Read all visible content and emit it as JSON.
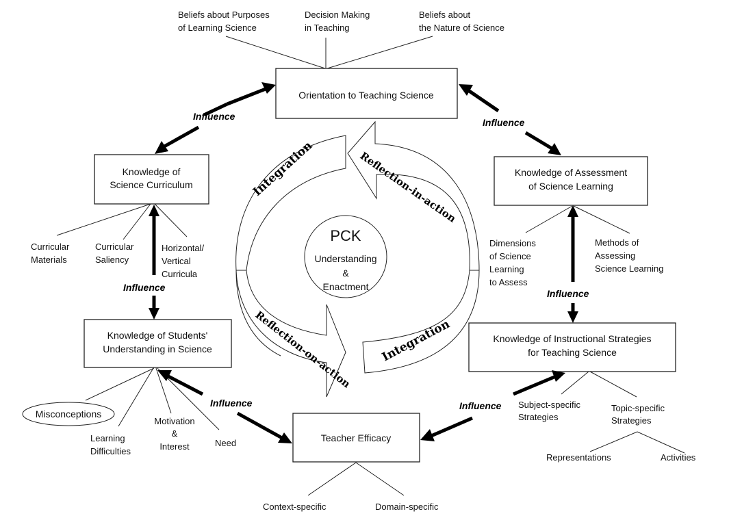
{
  "diagram": {
    "center": {
      "title": "PCK",
      "line1": "Understanding",
      "line2": "&",
      "line3": "Enactment"
    },
    "cycle_labels": {
      "integration_top": "Integration",
      "reflection_in_action": "Reflection-in-action",
      "reflection_on_action": "Reflection-on-action",
      "integration_bottom": "Integration"
    },
    "boxes": {
      "orientation": {
        "line1": "Orientation to Teaching Science"
      },
      "curriculum": {
        "line1": "Knowledge of",
        "line2": "Science Curriculum"
      },
      "students": {
        "line1": "Knowledge of Students'",
        "line2": "Understanding in Science"
      },
      "efficacy": {
        "line1": "Teacher Efficacy"
      },
      "strategies": {
        "line1": "Knowledge of Instructional Strategies",
        "line2": "for Teaching Science"
      },
      "assessment": {
        "line1": "Knowledge of Assessment",
        "line2": "of Science Learning"
      }
    },
    "orientation_components": [
      {
        "line1": "Beliefs about Purposes",
        "line2": "of Learning Science"
      },
      {
        "line1": "Decision Making",
        "line2": "in Teaching"
      },
      {
        "line1": "Beliefs about",
        "line2": "the Nature of Science"
      }
    ],
    "curriculum_components": [
      {
        "line1": "Curricular",
        "line2": "Materials"
      },
      {
        "line1": "Curricular",
        "line2": "Saliency"
      },
      {
        "line1": "Horizontal/",
        "line2": "Vertical",
        "line3": "Curricula"
      }
    ],
    "students_components": [
      {
        "line1": "Misconceptions"
      },
      {
        "line1": "Learning",
        "line2": "Difficulties"
      },
      {
        "line1": "Motivation",
        "line2": "&",
        "line3": "Interest"
      },
      {
        "line1": "Need"
      }
    ],
    "efficacy_components": [
      {
        "line1": "Context-specific"
      },
      {
        "line1": "Domain-specific"
      }
    ],
    "strategies_components": [
      {
        "line1": "Subject-specific",
        "line2": "Strategies"
      },
      {
        "line1": "Topic-specific",
        "line2": "Strategies"
      }
    ],
    "topic_components": [
      {
        "line1": "Representations"
      },
      {
        "line1": "Activities"
      }
    ],
    "assessment_components": [
      {
        "line1": "Dimensions",
        "line2": "of Science",
        "line3": "Learning",
        "line4": "to  Assess"
      },
      {
        "line1": "Methods of",
        "line2": "Assessing",
        "line3": "Science Learning"
      }
    ],
    "influence_labels": {
      "top_left": "Influence",
      "top_right": "Influence",
      "left": "Influence",
      "right": "Influence",
      "bottom_left": "Influence",
      "bottom_right": "Influence"
    }
  }
}
